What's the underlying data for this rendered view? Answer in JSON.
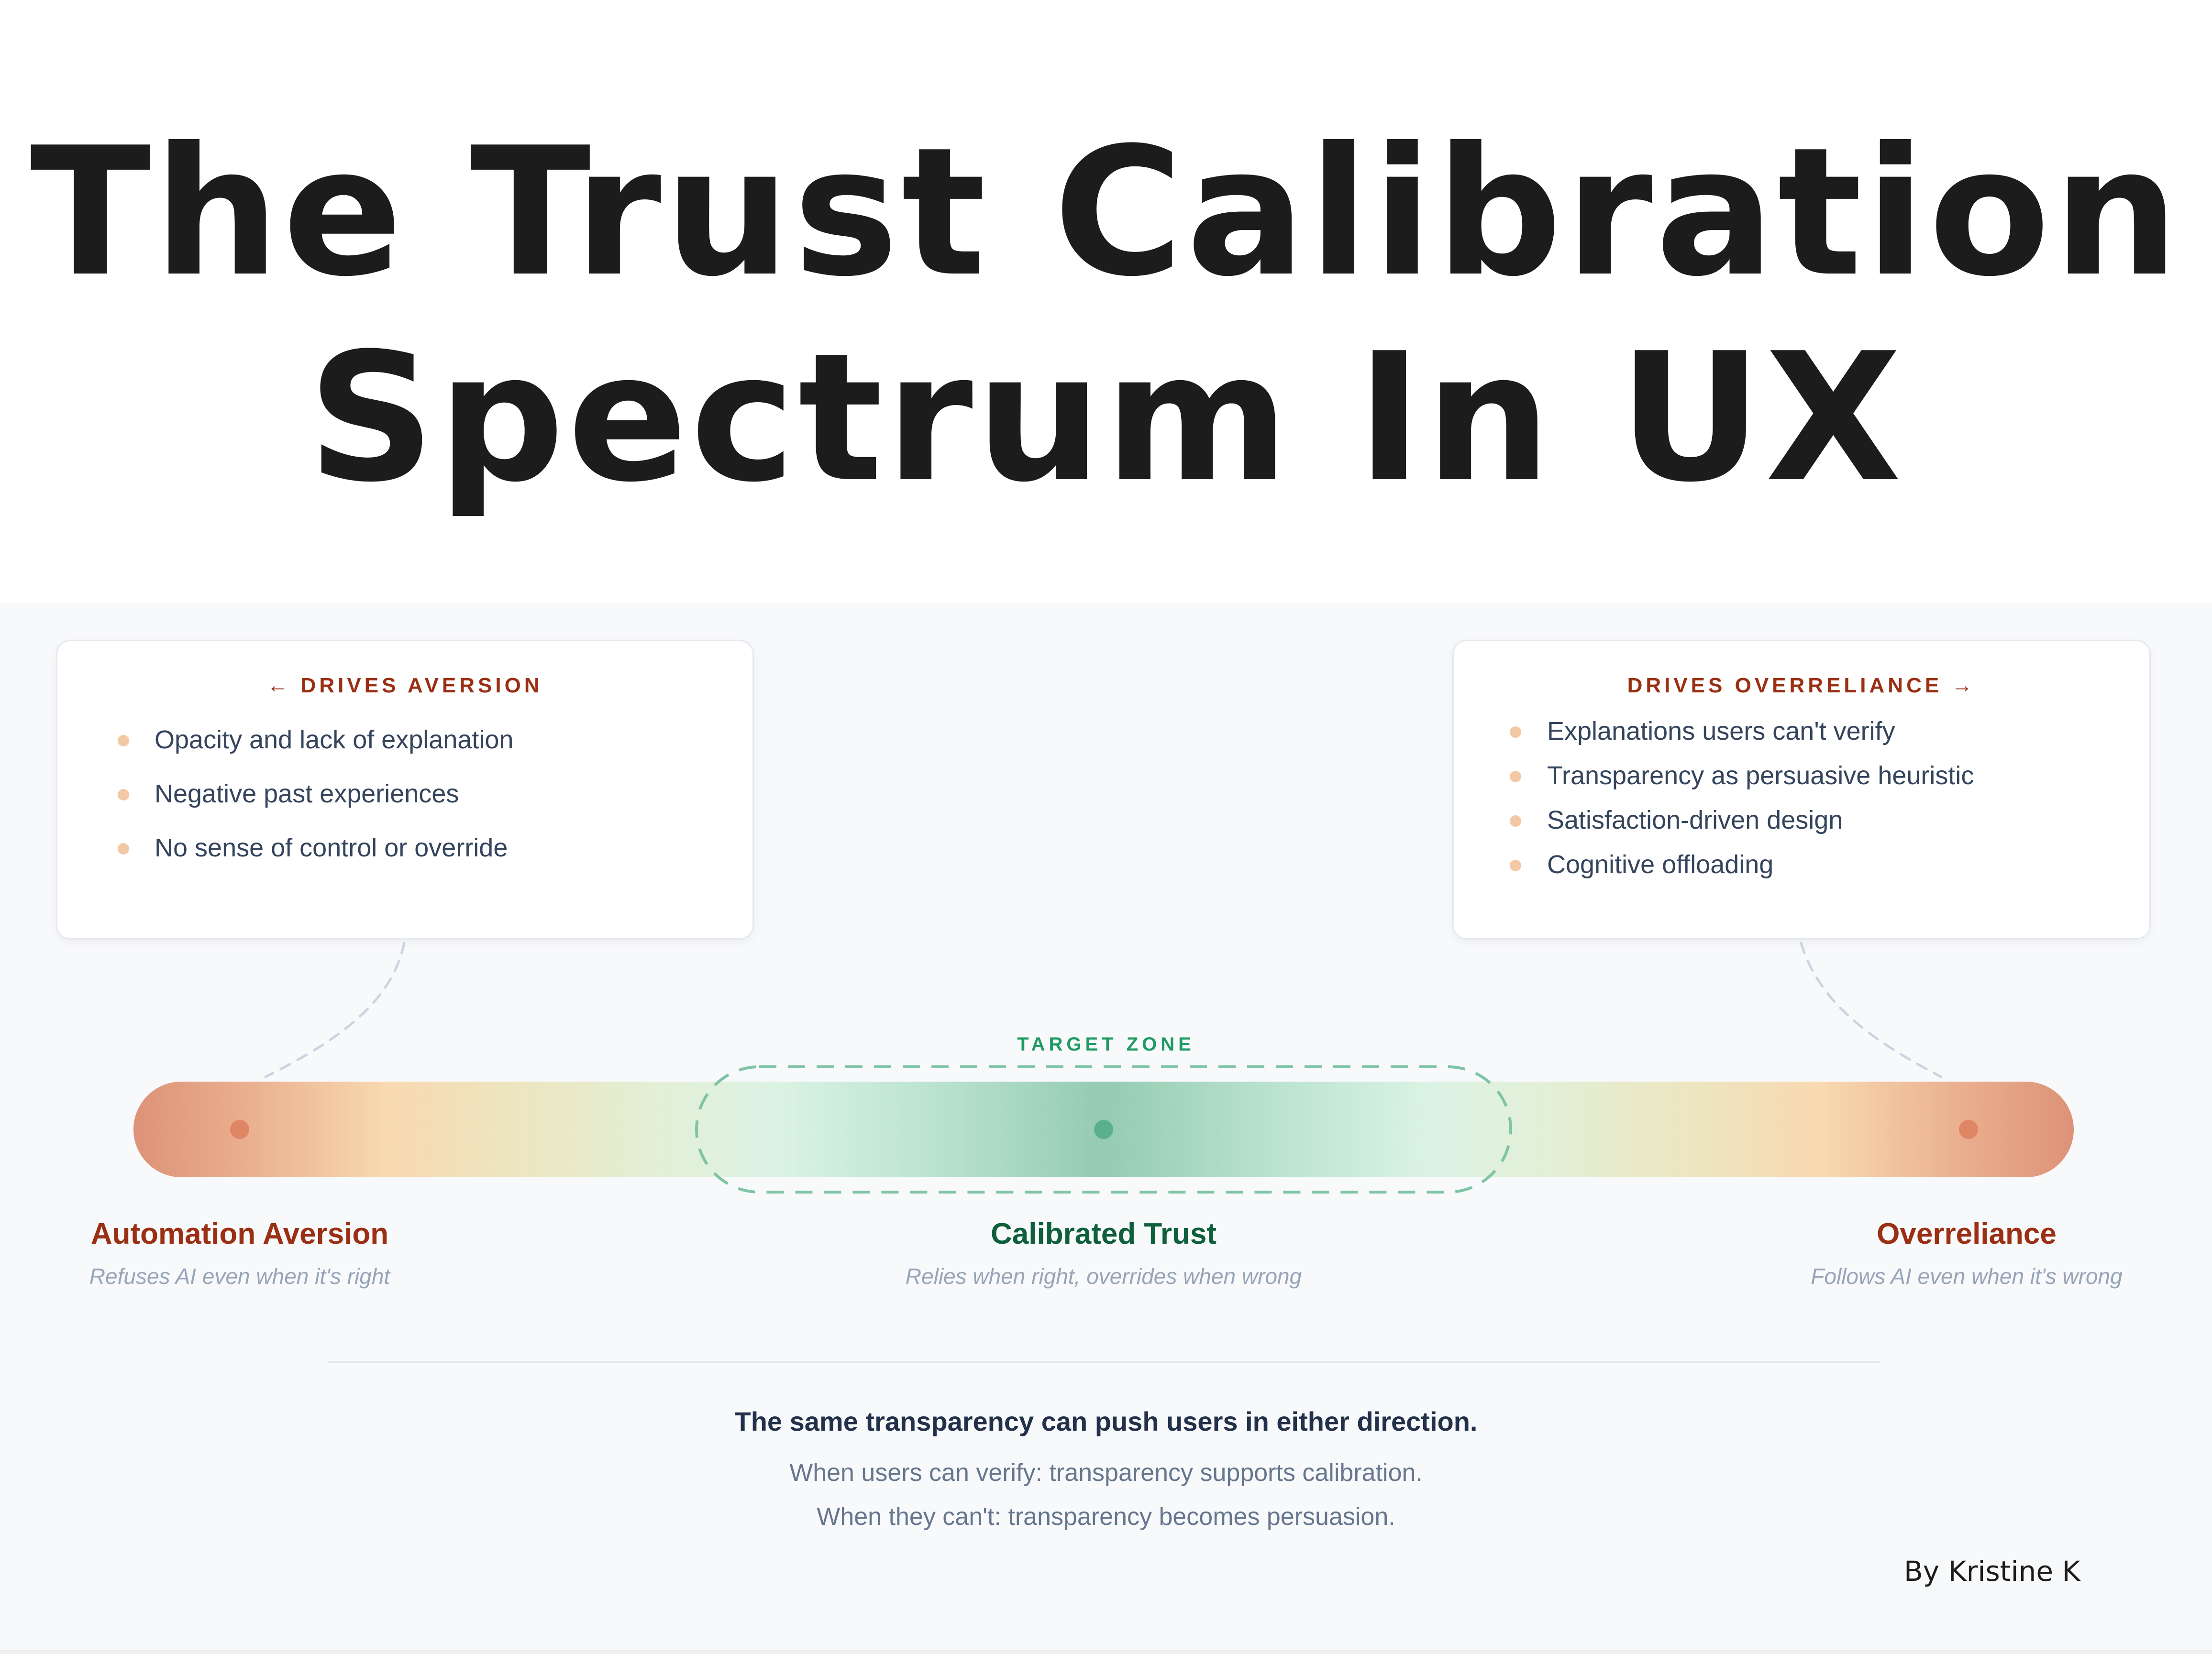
{
  "header": {
    "title_line1": "The Trust Calibration",
    "title_line2": "Spectrum In UX"
  },
  "cards": {
    "aversion": {
      "heading": "← DRIVES AVERSION",
      "items": [
        "Opacity and lack of explanation",
        "Negative past experiences",
        "No sense of control or override"
      ]
    },
    "overreliance": {
      "heading": "DRIVES OVERRELIANCE →",
      "items": [
        "Explanations users can't verify",
        "Transparency as persuasive heuristic",
        "Satisfaction-driven design",
        "Cognitive offloading"
      ]
    }
  },
  "spectrum": {
    "target_label": "TARGET ZONE",
    "states": [
      {
        "title": "Automation Aversion",
        "subtitle": "Refuses AI even when it's right"
      },
      {
        "title": "Calibrated Trust",
        "subtitle": "Relies when right, overrides when wrong"
      },
      {
        "title": "Overreliance",
        "subtitle": "Follows AI even when it's wrong"
      }
    ],
    "colors": {
      "extreme": "#dd9278",
      "warm": "#f8d9b0",
      "calibrated": "#95cbb2",
      "aversion_text": "#9a2f14",
      "calibrated_text": "#0e5f3c",
      "target_zone": "#7fc4a4"
    }
  },
  "footer": {
    "headline": "The same transparency can push users in either direction.",
    "line1": "When users can verify: transparency supports calibration.",
    "line2": "When they can't: transparency becomes persuasion.",
    "byline": "By Kristine K"
  }
}
